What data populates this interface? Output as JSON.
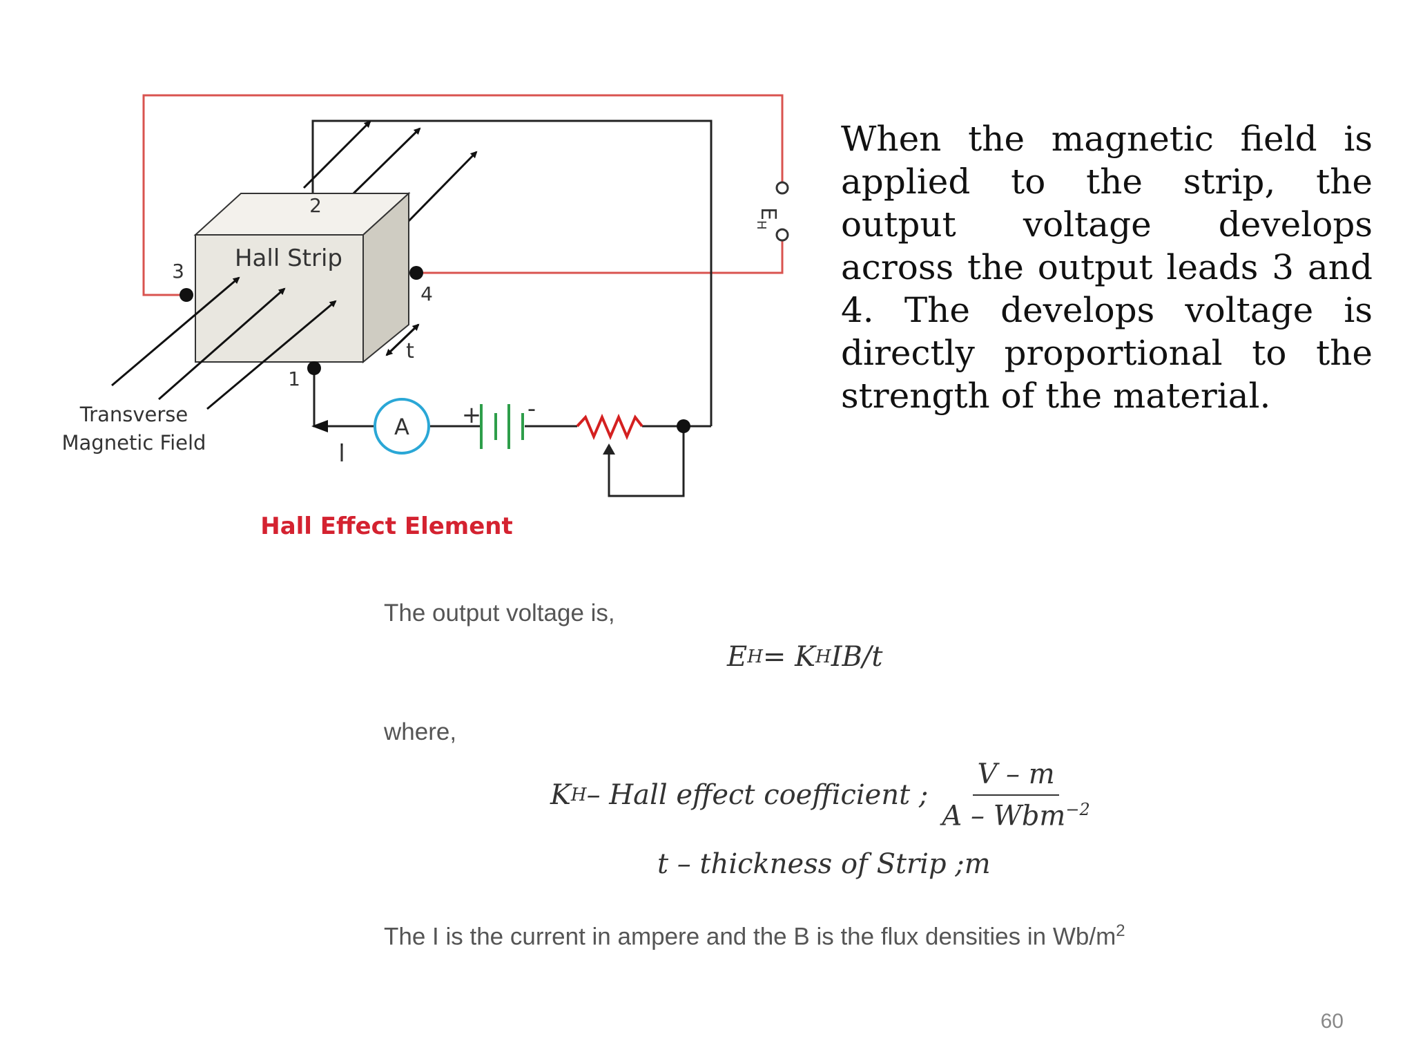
{
  "diagram": {
    "caption": "Hall Effect Element",
    "strip_label": "Hall Strip",
    "terminal_1": "1",
    "terminal_2": "2",
    "terminal_3": "3",
    "terminal_4": "4",
    "thickness_label": "t",
    "ammeter_label": "A",
    "battery_plus": "+",
    "battery_minus": "-",
    "current_label": "I",
    "output_label_main": "E",
    "output_label_sub": "H",
    "field_label_line1": "Transverse",
    "field_label_line2": "Magnetic Field",
    "colors": {
      "output_wire": "#d9534f",
      "ammeter": "#2aa7d6",
      "battery": "#2e9e4a",
      "resistor": "#d42020",
      "caption": "#d42230",
      "strip_front": "#e9e7e0",
      "strip_side": "#cfccc2"
    }
  },
  "paragraph": "When the magnetic field is applied to the strip, the output voltage develops across the output leads 3 and 4. The develops voltage is directly proportional to the strength of the material.",
  "text": {
    "intro": "The output voltage is,",
    "where": "where,",
    "closing": "The I is the current in ampere and the B is the flux densities in Wb/m",
    "closing_sup": "2"
  },
  "formulas": {
    "eh_left": "E",
    "eh_left_sub": "H",
    "eh_mid": " = K",
    "eh_mid_sub": "H",
    "eh_right": "IB/t",
    "kh_left": "K",
    "kh_left_sub": "H",
    "kh_text": " – Hall effect coefficient ;",
    "kh_num": "V – m",
    "kh_den": "A – Wbm",
    "kh_den_sup": "−2",
    "t_text": "t – thickness of Strip ;m"
  },
  "page_number": "60"
}
